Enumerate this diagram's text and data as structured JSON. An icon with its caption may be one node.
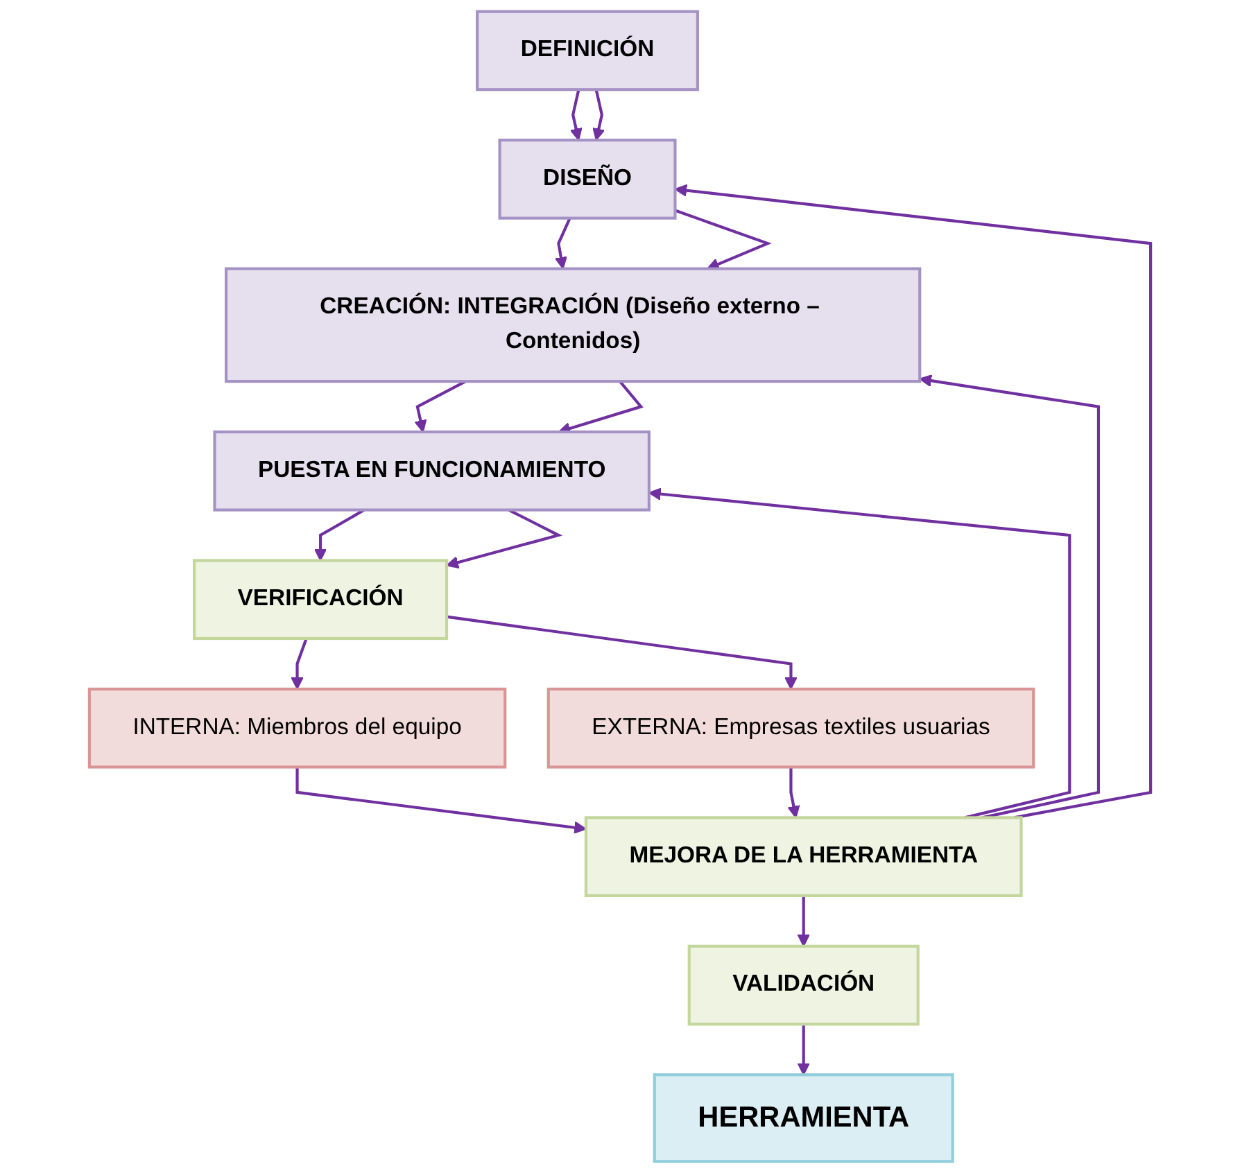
{
  "diagram": {
    "nodes": [
      {
        "text": [
          "DEFINICIÓN"
        ]
      },
      {
        "text": [
          "DISEÑO"
        ]
      },
      {
        "text": [
          "CREACIÓN: INTEGRACIÓN (Diseño externo – Contenidos)"
        ]
      },
      {
        "text": [
          "PUESTA EN FUNCIONAMIENTO"
        ]
      },
      {
        "text": [
          "VERIFICACIÓN"
        ]
      },
      {
        "text": [
          "INTERNA: Miembros del equipo"
        ]
      },
      {
        "text": [
          "EXTERNA: Empresas textiles usuarias"
        ]
      },
      {
        "text": [
          "MEJORA DE LA HERRAMIENTA"
        ]
      },
      {
        "text": [
          "VALIDACIÓN"
        ]
      },
      {
        "text": [
          "HERRAMIENTA"
        ]
      }
    ],
    "edges": [
      {
        "from": 0,
        "to": 1,
        "arrow": "to"
      },
      {
        "from": 0,
        "to": 1,
        "arrow": "to"
      },
      {
        "from": 1,
        "to": 2,
        "arrow": "to"
      },
      {
        "from": 1,
        "to": 2,
        "arrow": "to"
      },
      {
        "from": 2,
        "to": 3,
        "arrow": "to"
      },
      {
        "from": 2,
        "to": 3,
        "arrow": "to"
      },
      {
        "from": 3,
        "to": 4,
        "arrow": "to"
      },
      {
        "from": 3,
        "to": 4,
        "arrow": "to"
      },
      {
        "from": 4,
        "to": 5,
        "arrow": "to"
      },
      {
        "from": 4,
        "to": 6,
        "arrow": "to"
      },
      {
        "from": 5,
        "to": 7,
        "arrow": "to"
      },
      {
        "from": 6,
        "to": 7,
        "arrow": "to"
      },
      {
        "from": 7,
        "to": 8,
        "arrow": "to"
      },
      {
        "from": 8,
        "to": 9,
        "arrow": "to"
      },
      {
        "from": 7,
        "to": 1,
        "arrow": "to"
      },
      {
        "from": 7,
        "to": 2,
        "arrow": "to"
      },
      {
        "from": 7,
        "to": 3,
        "arrow": "to"
      }
    ]
  }
}
